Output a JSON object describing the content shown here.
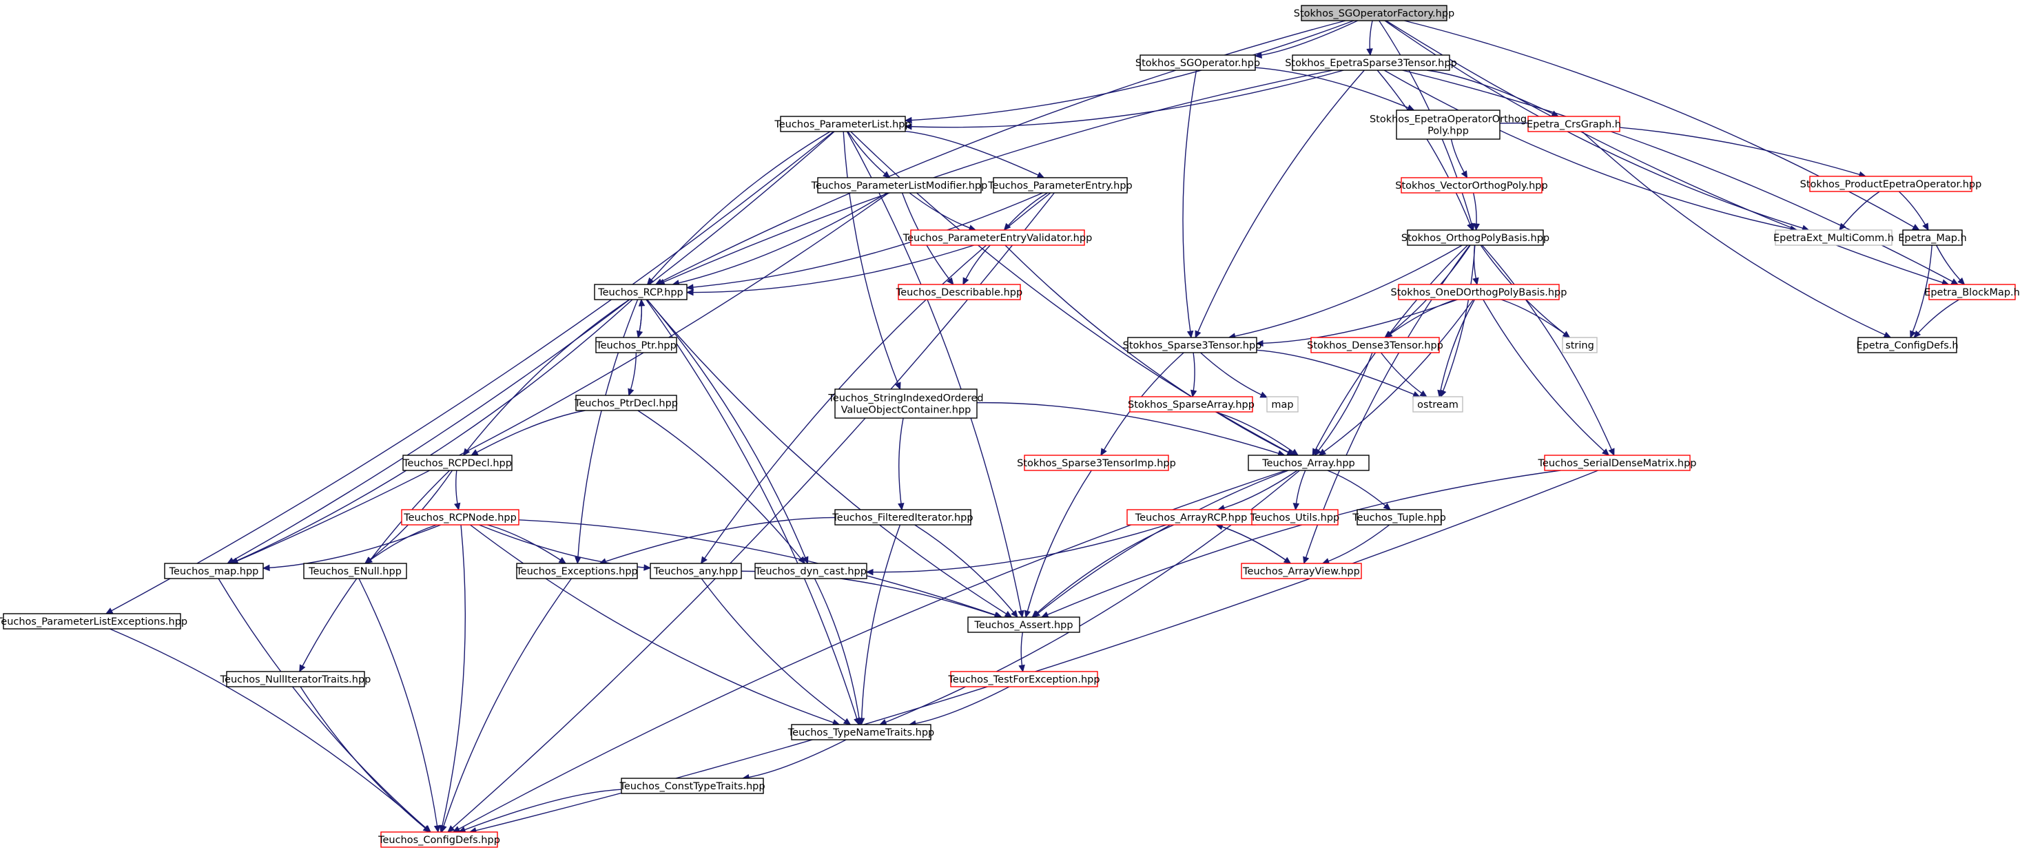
{
  "colors": {
    "edge": "#191970",
    "root_fill": "#bfbfbf",
    "border_normal": "#000000",
    "border_incomplete": "#ff0000",
    "border_external": "#bfbfbf"
  },
  "nodes": [
    {
      "id": "sgfactory",
      "kind": "root",
      "lines": [
        "Stokhos_SGOperatorFactory.hpp"
      ]
    },
    {
      "id": "sgop",
      "kind": "black",
      "lines": [
        "Stokhos_SGOperator.hpp"
      ]
    },
    {
      "id": "eps3t",
      "kind": "black",
      "lines": [
        "Stokhos_EpetraSparse3Tensor.hpp"
      ]
    },
    {
      "id": "plist",
      "kind": "black",
      "lines": [
        "Teuchos_ParameterList.hpp"
      ]
    },
    {
      "id": "epop",
      "kind": "black",
      "lines": [
        "Stokhos_EpetraOperatorOrthog",
        "Poly.hpp"
      ]
    },
    {
      "id": "crsgraph",
      "kind": "red",
      "lines": [
        "Epetra_CrsGraph.h"
      ]
    },
    {
      "id": "plexc",
      "kind": "black",
      "lines": [
        "Teuchos_ParameterListExceptions.hpp"
      ]
    },
    {
      "id": "plmod",
      "kind": "black",
      "lines": [
        "Teuchos_ParameterListModifier.hpp"
      ]
    },
    {
      "id": "pentry",
      "kind": "black",
      "lines": [
        "Teuchos_ParameterEntry.hpp"
      ]
    },
    {
      "id": "vop",
      "kind": "red",
      "lines": [
        "Stokhos_VectorOrthogPoly.hpp"
      ]
    },
    {
      "id": "prodop",
      "kind": "red",
      "lines": [
        "Stokhos_ProductEpetraOperator.hpp"
      ]
    },
    {
      "id": "pev",
      "kind": "red",
      "lines": [
        "Teuchos_ParameterEntryValidator.hpp"
      ]
    },
    {
      "id": "opb",
      "kind": "black",
      "lines": [
        "Stokhos_OrthogPolyBasis.hpp"
      ]
    },
    {
      "id": "multicomm",
      "kind": "gray",
      "lines": [
        "EpetraExt_MultiComm.h"
      ]
    },
    {
      "id": "emap",
      "kind": "black",
      "lines": [
        "Epetra_Map.h"
      ]
    },
    {
      "id": "rcp",
      "kind": "black",
      "lines": [
        "Teuchos_RCP.hpp"
      ]
    },
    {
      "id": "describ",
      "kind": "red",
      "lines": [
        "Teuchos_Describable.hpp"
      ]
    },
    {
      "id": "oned",
      "kind": "red",
      "lines": [
        "Stokhos_OneDOrthogPolyBasis.hpp"
      ]
    },
    {
      "id": "blockmap",
      "kind": "red",
      "lines": [
        "Epetra_BlockMap.h"
      ]
    },
    {
      "id": "ptr",
      "kind": "black",
      "lines": [
        "Teuchos_Ptr.hpp"
      ]
    },
    {
      "id": "sp3t",
      "kind": "black",
      "lines": [
        "Stokhos_Sparse3Tensor.hpp"
      ]
    },
    {
      "id": "dense3",
      "kind": "red",
      "lines": [
        "Stokhos_Dense3Tensor.hpp"
      ]
    },
    {
      "id": "string",
      "kind": "gray",
      "lines": [
        "string"
      ]
    },
    {
      "id": "configdefs_h",
      "kind": "black",
      "lines": [
        "Epetra_ConfigDefs.h"
      ]
    },
    {
      "id": "ptrdecl",
      "kind": "black",
      "lines": [
        "Teuchos_PtrDecl.hpp"
      ]
    },
    {
      "id": "sioc",
      "kind": "black",
      "lines": [
        "Teuchos_StringIndexedOrdered",
        "ValueObjectContainer.hpp"
      ]
    },
    {
      "id": "sparr",
      "kind": "red",
      "lines": [
        "Stokhos_SparseArray.hpp"
      ]
    },
    {
      "id": "map",
      "kind": "gray",
      "lines": [
        "map"
      ]
    },
    {
      "id": "ostream",
      "kind": "gray",
      "lines": [
        "ostream"
      ]
    },
    {
      "id": "rcpdecl",
      "kind": "black",
      "lines": [
        "Teuchos_RCPDecl.hpp"
      ]
    },
    {
      "id": "sp3ti",
      "kind": "red",
      "lines": [
        "Stokhos_Sparse3TensorImp.hpp"
      ]
    },
    {
      "id": "tarray",
      "kind": "black",
      "lines": [
        "Teuchos_Array.hpp"
      ]
    },
    {
      "id": "sdm",
      "kind": "red",
      "lines": [
        "Teuchos_SerialDenseMatrix.hpp"
      ]
    },
    {
      "id": "rcpnode",
      "kind": "red",
      "lines": [
        "Teuchos_RCPNode.hpp"
      ]
    },
    {
      "id": "filtit",
      "kind": "black",
      "lines": [
        "Teuchos_FilteredIterator.hpp"
      ]
    },
    {
      "id": "arcp",
      "kind": "red",
      "lines": [
        "Teuchos_ArrayRCP.hpp"
      ]
    },
    {
      "id": "utils",
      "kind": "red",
      "lines": [
        "Teuchos_Utils.hpp"
      ]
    },
    {
      "id": "tuple",
      "kind": "black",
      "lines": [
        "Teuchos_Tuple.hpp"
      ]
    },
    {
      "id": "tmap",
      "kind": "black",
      "lines": [
        "Teuchos_map.hpp"
      ]
    },
    {
      "id": "enull",
      "kind": "black",
      "lines": [
        "Teuchos_ENull.hpp"
      ]
    },
    {
      "id": "excs",
      "kind": "black",
      "lines": [
        "Teuchos_Exceptions.hpp"
      ]
    },
    {
      "id": "any",
      "kind": "black",
      "lines": [
        "Teuchos_any.hpp"
      ]
    },
    {
      "id": "dyncast",
      "kind": "black",
      "lines": [
        "Teuchos_dyn_cast.hpp"
      ]
    },
    {
      "id": "aview",
      "kind": "red",
      "lines": [
        "Teuchos_ArrayView.hpp"
      ]
    },
    {
      "id": "tassert",
      "kind": "black",
      "lines": [
        "Teuchos_Assert.hpp"
      ]
    },
    {
      "id": "nullit",
      "kind": "black",
      "lines": [
        "Teuchos_NullIteratorTraits.hpp"
      ]
    },
    {
      "id": "tfe",
      "kind": "red",
      "lines": [
        "Teuchos_TestForException.hpp"
      ]
    },
    {
      "id": "tnt",
      "kind": "black",
      "lines": [
        "Teuchos_TypeNameTraits.hpp"
      ]
    },
    {
      "id": "ctt",
      "kind": "black",
      "lines": [
        "Teuchos_ConstTypeTraits.hpp"
      ]
    },
    {
      "id": "cfgdefs",
      "kind": "red",
      "lines": [
        "Teuchos_ConfigDefs.hpp"
      ]
    }
  ],
  "edges": [
    [
      "sgfactory",
      "sgop"
    ],
    [
      "sgfactory",
      "eps3t"
    ],
    [
      "sgfactory",
      "plist"
    ],
    [
      "sgfactory",
      "rcp"
    ],
    [
      "sgfactory",
      "opb"
    ],
    [
      "sgfactory",
      "multicomm"
    ],
    [
      "sgfactory",
      "emap"
    ],
    [
      "sgfactory",
      "blockmap"
    ],
    [
      "sgop",
      "epop"
    ],
    [
      "sgop",
      "sp3t"
    ],
    [
      "eps3t",
      "plist"
    ],
    [
      "eps3t",
      "rcp"
    ],
    [
      "eps3t",
      "crsgraph"
    ],
    [
      "eps3t",
      "sp3t"
    ],
    [
      "eps3t",
      "opb"
    ],
    [
      "eps3t",
      "multicomm"
    ],
    [
      "eps3t",
      "blockmap"
    ],
    [
      "epop",
      "vop"
    ],
    [
      "epop",
      "prodop"
    ],
    [
      "crsgraph",
      "configdefs_h"
    ],
    [
      "vop",
      "opb"
    ],
    [
      "prodop",
      "multicomm"
    ],
    [
      "prodop",
      "emap"
    ],
    [
      "emap",
      "blockmap"
    ],
    [
      "emap",
      "configdefs_h"
    ],
    [
      "blockmap",
      "configdefs_h"
    ],
    [
      "plist",
      "plexc"
    ],
    [
      "plist",
      "plmod"
    ],
    [
      "plist",
      "pentry"
    ],
    [
      "plist",
      "rcp"
    ],
    [
      "plist",
      "tmap"
    ],
    [
      "plist",
      "sioc"
    ],
    [
      "plist",
      "tassert"
    ],
    [
      "plist",
      "tarray"
    ],
    [
      "plexc",
      "cfgdefs"
    ],
    [
      "plmod",
      "pev"
    ],
    [
      "plmod",
      "rcp"
    ],
    [
      "plmod",
      "describ"
    ],
    [
      "plmod",
      "tmap"
    ],
    [
      "pentry",
      "pev"
    ],
    [
      "pentry",
      "rcp"
    ],
    [
      "pentry",
      "any"
    ],
    [
      "pentry",
      "cfgdefs"
    ],
    [
      "pev",
      "describ"
    ],
    [
      "pev",
      "rcp"
    ],
    [
      "pev",
      "tarray"
    ],
    [
      "rcp",
      "ptr"
    ],
    [
      "rcp",
      "rcpdecl"
    ],
    [
      "rcp",
      "tmap"
    ],
    [
      "rcp",
      "excs"
    ],
    [
      "rcp",
      "dyncast"
    ],
    [
      "rcp",
      "tassert"
    ],
    [
      "rcp",
      "tnt"
    ],
    [
      "ptr",
      "rcp"
    ],
    [
      "ptr",
      "ptrdecl"
    ],
    [
      "ptrdecl",
      "rcpdecl"
    ],
    [
      "ptrdecl",
      "dyncast"
    ],
    [
      "rcpdecl",
      "rcpnode"
    ],
    [
      "rcpdecl",
      "enull"
    ],
    [
      "rcpdecl",
      "nullit"
    ],
    [
      "rcpnode",
      "tmap"
    ],
    [
      "rcpnode",
      "enull"
    ],
    [
      "rcpnode",
      "excs"
    ],
    [
      "rcpnode",
      "any"
    ],
    [
      "rcpnode",
      "tassert"
    ],
    [
      "rcpnode",
      "tnt"
    ],
    [
      "rcpnode",
      "cfgdefs"
    ],
    [
      "sioc",
      "filtit"
    ],
    [
      "sioc",
      "tarray"
    ],
    [
      "filtit",
      "excs"
    ],
    [
      "filtit",
      "tassert"
    ],
    [
      "filtit",
      "tnt"
    ],
    [
      "opb",
      "sp3t"
    ],
    [
      "opb",
      "oned"
    ],
    [
      "opb",
      "dense3"
    ],
    [
      "opb",
      "tarray"
    ],
    [
      "opb",
      "sdm"
    ],
    [
      "opb",
      "string"
    ],
    [
      "opb",
      "ostream"
    ],
    [
      "opb",
      "aview"
    ],
    [
      "oned",
      "sp3t"
    ],
    [
      "oned",
      "dense3"
    ],
    [
      "oned",
      "tarray"
    ],
    [
      "oned",
      "sdm"
    ],
    [
      "oned",
      "string"
    ],
    [
      "oned",
      "ostream"
    ],
    [
      "sp3t",
      "sparr"
    ],
    [
      "sp3t",
      "map"
    ],
    [
      "sp3t",
      "ostream"
    ],
    [
      "sp3t",
      "sp3ti"
    ],
    [
      "dense3",
      "tarray"
    ],
    [
      "dense3",
      "ostream"
    ],
    [
      "sparr",
      "tarray"
    ],
    [
      "sp3ti",
      "tassert"
    ],
    [
      "tarray",
      "arcp"
    ],
    [
      "tarray",
      "utils"
    ],
    [
      "tarray",
      "tuple"
    ],
    [
      "tarray",
      "tassert"
    ],
    [
      "tarray",
      "tnt"
    ],
    [
      "tarray",
      "cfgdefs"
    ],
    [
      "arcp",
      "aview"
    ],
    [
      "arcp",
      "tassert"
    ],
    [
      "arcp",
      "dyncast"
    ],
    [
      "aview",
      "arcp"
    ],
    [
      "tuple",
      "aview"
    ],
    [
      "sdm",
      "tassert"
    ],
    [
      "sdm",
      "cfgdefs"
    ],
    [
      "tmap",
      "cfgdefs"
    ],
    [
      "enull",
      "cfgdefs"
    ],
    [
      "excs",
      "cfgdefs"
    ],
    [
      "any",
      "tassert"
    ],
    [
      "any",
      "tnt"
    ],
    [
      "dyncast",
      "tnt"
    ],
    [
      "tassert",
      "tfe"
    ],
    [
      "tfe",
      "tnt"
    ],
    [
      "nullit",
      "cfgdefs"
    ],
    [
      "tnt",
      "ctt"
    ],
    [
      "ctt",
      "cfgdefs"
    ]
  ]
}
